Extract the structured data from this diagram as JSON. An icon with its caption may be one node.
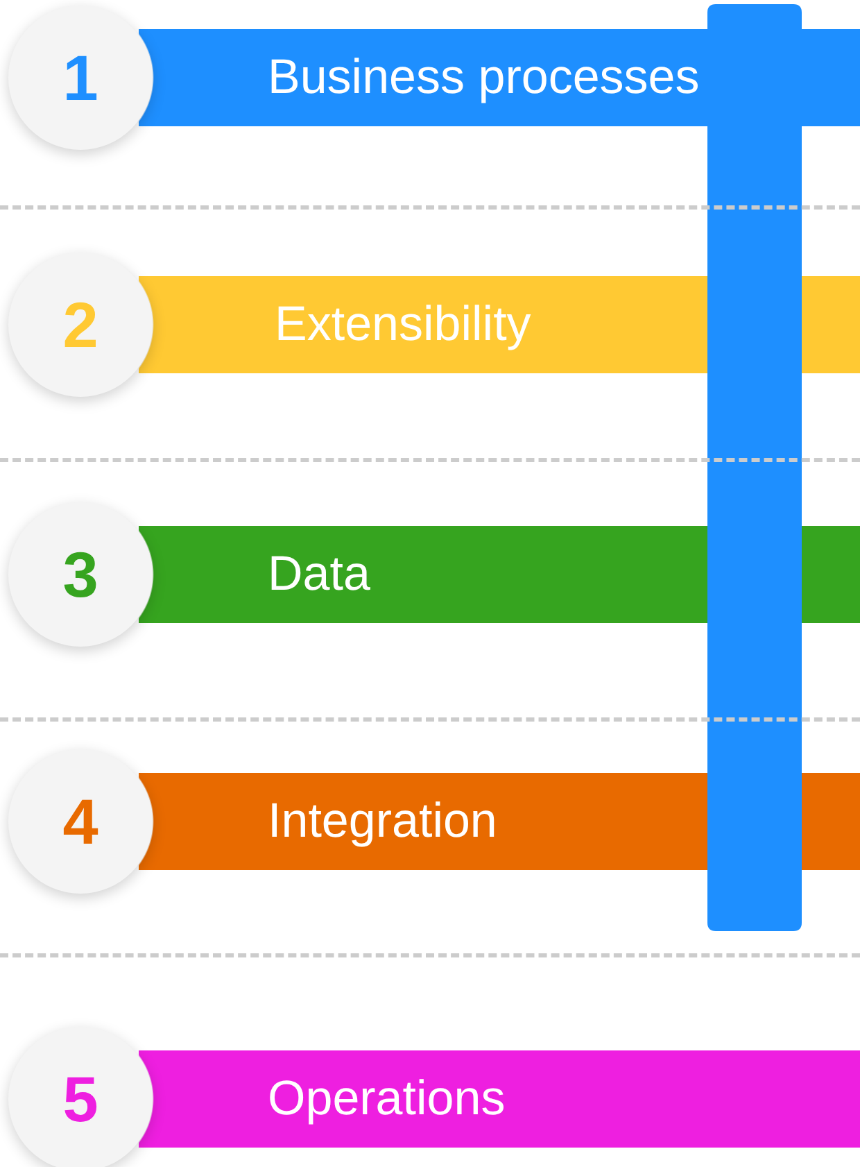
{
  "diagram": {
    "nodes": [
      {
        "text": [
          "1"
        ]
      },
      {
        "text": [
          "Business processes"
        ]
      },
      {
        "text": [
          "2"
        ]
      },
      {
        "text": [
          "Extensibility"
        ]
      },
      {
        "text": [
          "3"
        ]
      },
      {
        "text": [
          "Data"
        ]
      },
      {
        "text": [
          "4"
        ]
      },
      {
        "text": [
          "Integration"
        ]
      },
      {
        "text": [
          "5"
        ]
      },
      {
        "text": [
          "Operations"
        ]
      },
      {
        "text": [],
        "shape": "bar"
      }
    ],
    "edges": []
  }
}
